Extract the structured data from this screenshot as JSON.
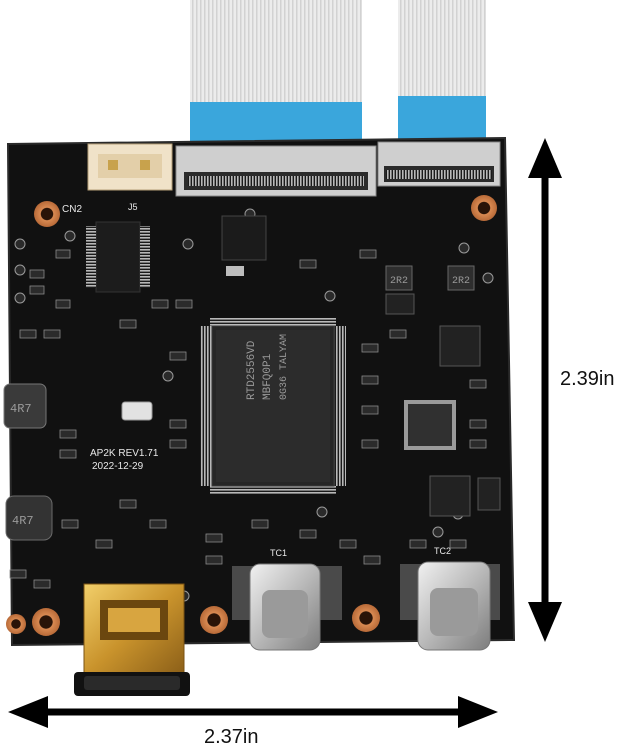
{
  "board": {
    "silkscreen": {
      "version": "AP2K REV1.71",
      "date": "2022-12-29",
      "cn2": "CN2",
      "j5": "J5",
      "tc1": "TC1",
      "tc2": "TC2",
      "inductor_top": "4R7",
      "inductor_bottom": "4R7",
      "chip_2r2_a": "2R2",
      "chip_2r2_b": "2R2",
      "chip_main_line1": "RTD2556VD",
      "chip_main_line2": "MBFQ0P1",
      "chip_main_line3": "0G36 TALYAM"
    }
  },
  "dimensions": {
    "height_label": "2.39in",
    "width_label": "2.37in"
  }
}
